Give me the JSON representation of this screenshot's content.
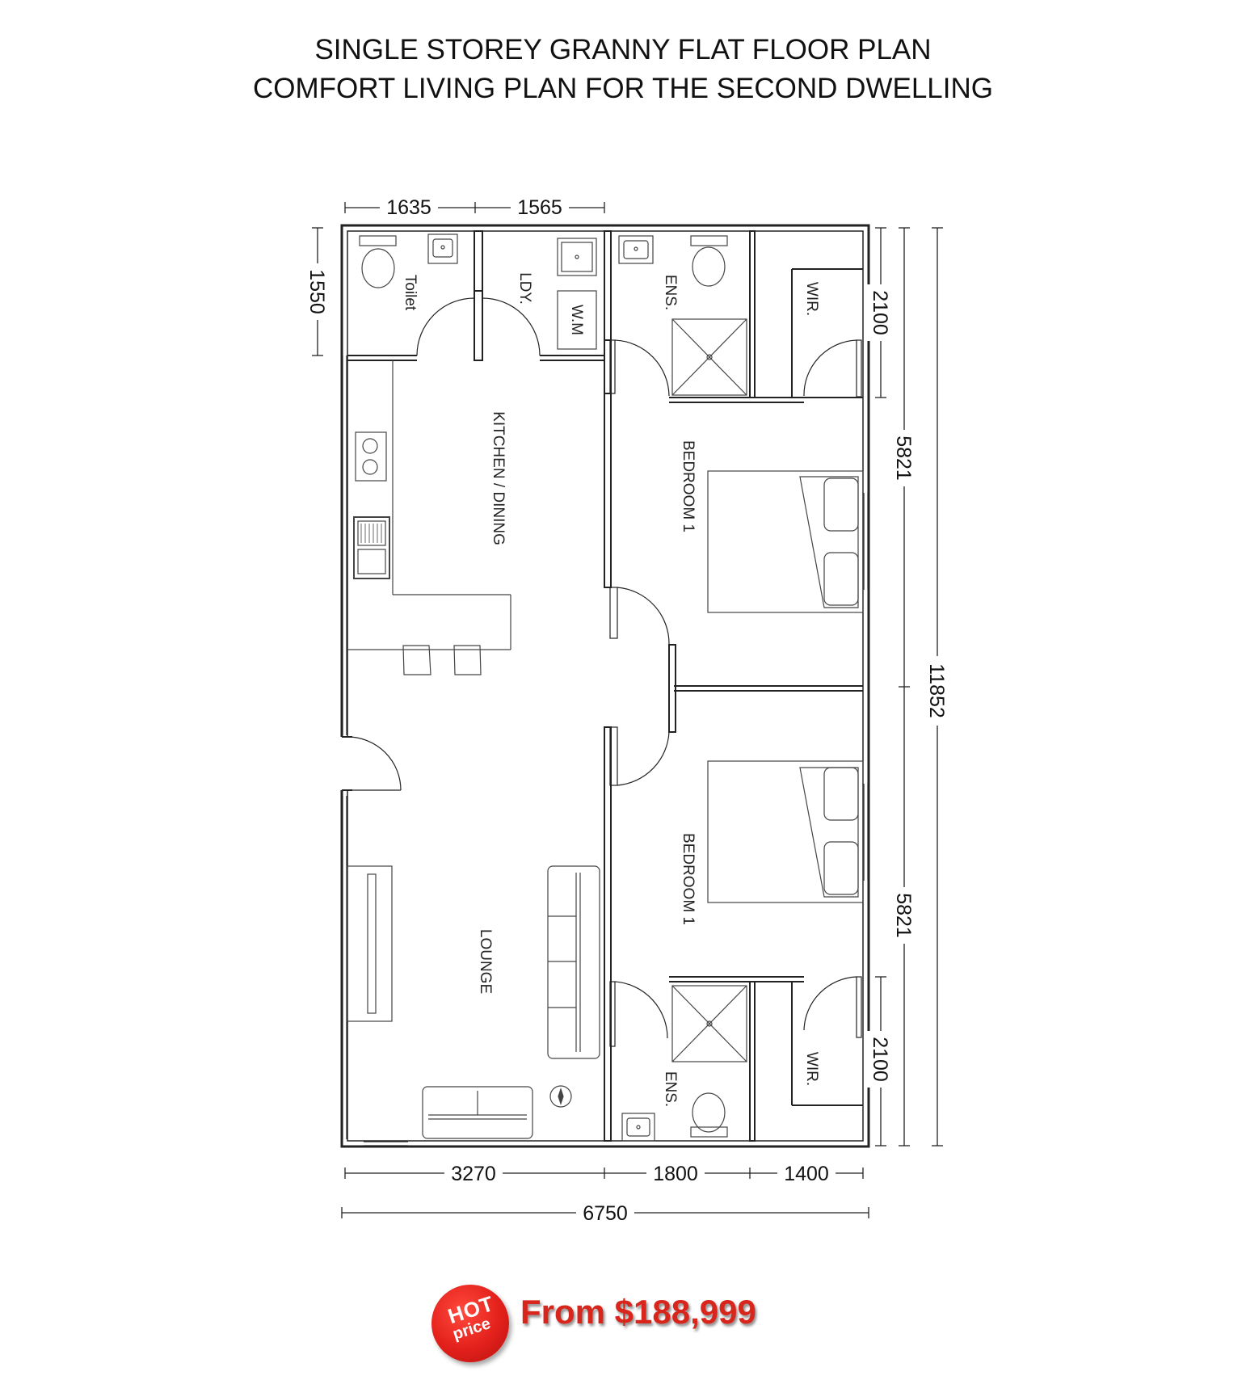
{
  "title": {
    "line1": "SINGLE STOREY GRANNY FLAT FLOOR PLAN",
    "line2": "COMFORT LIVING PLAN FOR THE SECOND DWELLING"
  },
  "rooms": {
    "toilet": "Toilet",
    "laundry": "LDY.",
    "washing_machine": "W.M",
    "ensuite_top": "ENS.",
    "wir_top": "WIR.",
    "kitchen_dining": "KITCHEN / DINING",
    "bedroom_top": "BEDROOM 1",
    "bedroom_bottom": "BEDROOM 1",
    "lounge": "LOUNGE",
    "ensuite_bottom": "ENS.",
    "wir_bottom": "WIR."
  },
  "dimensions": {
    "top_left": "1635",
    "top_right": "1565",
    "left_side": "1550",
    "right_top": "2100",
    "right_upper": "5821",
    "right_lower": "5821",
    "right_bottom": "2100",
    "overall_height": "11852",
    "bottom_left": "3270",
    "bottom_mid": "1800",
    "bottom_right": "1400",
    "overall_width": "6750"
  },
  "badge": {
    "hot": "HOT",
    "price": "price"
  },
  "price_text": "From $188,999",
  "colors": {
    "wall": "#222222",
    "price": "#d9261c",
    "badge": "#e3201b"
  }
}
